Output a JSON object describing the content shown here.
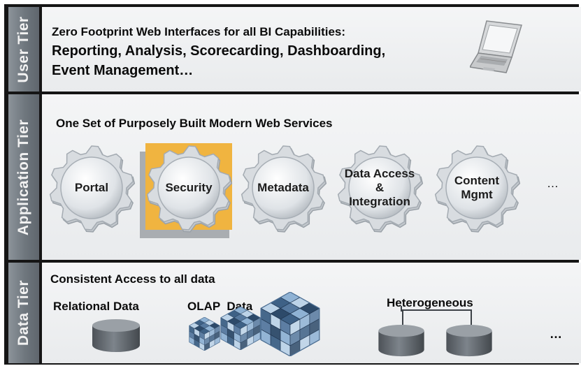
{
  "tiers": {
    "user": {
      "label": "User Tier",
      "line1": "Zero Footprint Web Interfaces for all BI Capabilities:",
      "line2": "Reporting, Analysis, Scorecarding, Dashboarding,",
      "line3": "Event Management…",
      "icon": "laptop-icon"
    },
    "application": {
      "label": "Application Tier",
      "heading": "One Set of Purposely Built Modern Web Services",
      "services": [
        {
          "name": "Portal",
          "highlighted": false
        },
        {
          "name": "Security",
          "highlighted": true
        },
        {
          "name": "Metadata",
          "highlighted": false
        },
        {
          "name": "Data Access & Integration",
          "highlighted": false
        },
        {
          "name": "Content Mgmt",
          "highlighted": false
        }
      ],
      "more": "…",
      "highlight_color": "#f0b440"
    },
    "data": {
      "label": "Data Tier",
      "heading": "Consistent Access to all data",
      "relational": "Relational Data",
      "olap": "OLAP  Data",
      "heterogeneous": "Heterogeneous",
      "more": "…",
      "icons": [
        "database-icon",
        "olap-cube-icon",
        "database-icon"
      ]
    }
  },
  "colors": {
    "frame": "#151515",
    "tier_label": "#737b82",
    "panel": "#eef0f1",
    "cube": "#4d6f93",
    "cylinder": "#6e747b"
  }
}
